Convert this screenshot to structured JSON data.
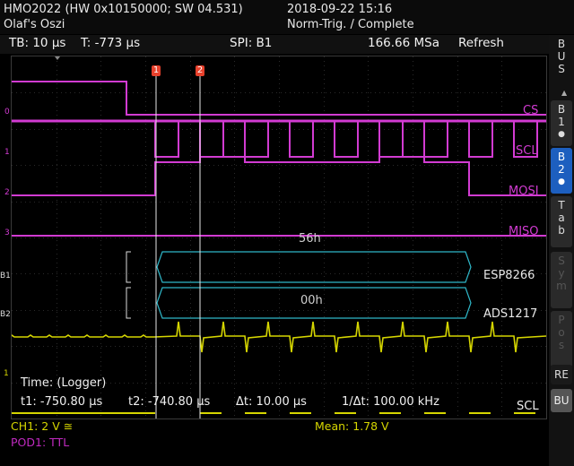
{
  "header": {
    "device": "HMO2022 (HW 0x10150000; SW 04.531)",
    "name": "Olaf's Oszi",
    "datetime": "2018-09-22 15:16",
    "status": "Norm-Trig. / Complete"
  },
  "toolbar": {
    "timebase": "TB: 10 µs",
    "trigger_time": "T: -773 µs",
    "spi": "SPI: B1",
    "samplerate": "166.66 MSa",
    "refresh": "Refresh"
  },
  "rightbar": {
    "bus_title": [
      "B",
      "U",
      "S"
    ],
    "b1": [
      "B",
      "1",
      "●"
    ],
    "b2": [
      "B",
      "2",
      "●"
    ],
    "table": [
      "T",
      "a",
      "b"
    ],
    "faded1": [
      "S",
      "y",
      "m"
    ],
    "faded2": [
      "P",
      "o",
      "s"
    ],
    "re": "RE",
    "bu": "BU"
  },
  "traces": {
    "cs": "CS",
    "scl": "SCL",
    "mosi": "MOSI",
    "miso": "MISO",
    "bus1_name": "ESP8266",
    "bus2_name": "ADS1217",
    "bus1_value": "56h",
    "bus2_value": "00h",
    "ch1_scl": "SCL"
  },
  "left_labels": {
    "d0": "0",
    "d1": "1",
    "d2": "2",
    "d3": "3",
    "b1": "B1",
    "b2": "B2",
    "ch1": "1"
  },
  "cursors": {
    "c1": "1",
    "c2": "2"
  },
  "measurement": {
    "title": "Time: (Logger)",
    "t1": "t1: -750.80 µs",
    "t2": "t2: -740.80 µs",
    "dt": "Δt: 10.00 µs",
    "inv_dt": "1/Δt: 100.00 kHz"
  },
  "footer": {
    "ch1": "CH1: 2 V ≅",
    "pod": "POD1: TTL",
    "mean": "Mean: 1.78 V"
  },
  "colors": {
    "digital": "#d23bd2",
    "analog": "#d6d600",
    "bus": "#2fb7c8",
    "cursor": "#e8412c",
    "active_tab": "#1d5fbf"
  }
}
